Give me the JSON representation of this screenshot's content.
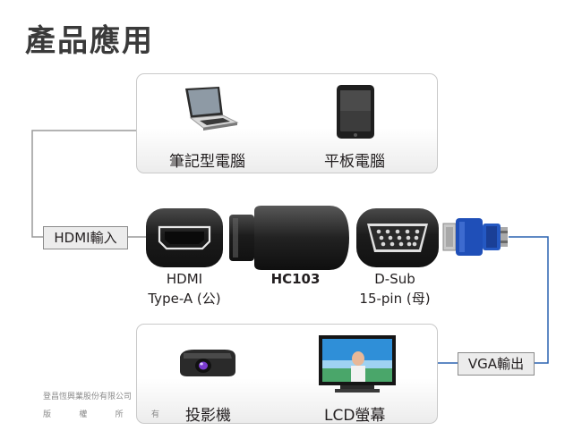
{
  "page_title": "產品應用",
  "top_panel": {
    "device_1": {
      "label": "筆記型電腦",
      "icon": "laptop-icon"
    },
    "device_2": {
      "label": "平板電腦",
      "icon": "tablet-icon"
    }
  },
  "bottom_panel": {
    "device_1": {
      "label": "投影機",
      "icon": "projector-icon"
    },
    "device_2": {
      "label": "LCD螢幕",
      "icon": "lcd-monitor-icon"
    }
  },
  "input_tag": "HDMI輸入",
  "output_tag": "VGA輸出",
  "connectors": {
    "hdmi": {
      "line1": "HDMI",
      "line2": "Type-A (公)"
    },
    "product": {
      "name": "HC103"
    },
    "dsub": {
      "line1": "D-Sub",
      "line2": "15-pin (母)"
    }
  },
  "footer": {
    "company": "登昌恆興業股份有限公司",
    "rights": [
      "版",
      "權",
      "所",
      "有"
    ]
  },
  "colors": {
    "line_gray": "#9a9a9a",
    "line_blue": "#2a62b0",
    "vga_blue": "#1f4fb8"
  }
}
